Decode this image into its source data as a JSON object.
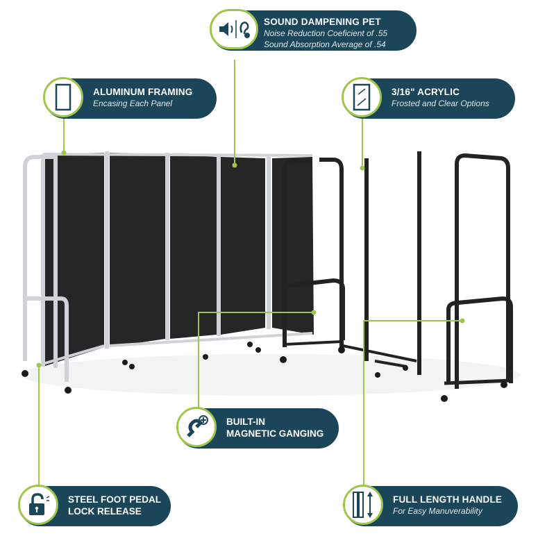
{
  "callouts": {
    "sound": {
      "title": "SOUND DAMPENING PET",
      "line1": "Noise Reduction Coeficient of .55",
      "line2": "Sound Absorption Average of .54",
      "icon": "speaker-ear-icon"
    },
    "aluminum": {
      "title": "ALUMINUM FRAMING",
      "sub": "Encasing Each Panel",
      "icon": "panel-frame-icon"
    },
    "acrylic": {
      "title": "3/16\" ACRYLIC",
      "sub": "Frosted and Clear Options",
      "icon": "acrylic-panel-icon"
    },
    "magnetic": {
      "line1": "BUILT-IN",
      "line2": "MAGNETIC GANGING",
      "icon": "magnet-plus-icon"
    },
    "lock": {
      "line1": "STEEL FOOT PEDAL",
      "line2": "LOCK RELEASE",
      "icon": "unlock-icon"
    },
    "handle": {
      "title": "FULL LENGTH HANDLE",
      "sub": "For Easy Manuverability",
      "icon": "handle-arrow-icon"
    }
  },
  "colors": {
    "callout_bg": "#1b4559",
    "accent": "#9fc54d",
    "panel": "#262626",
    "frame": "#d7d9dc"
  }
}
